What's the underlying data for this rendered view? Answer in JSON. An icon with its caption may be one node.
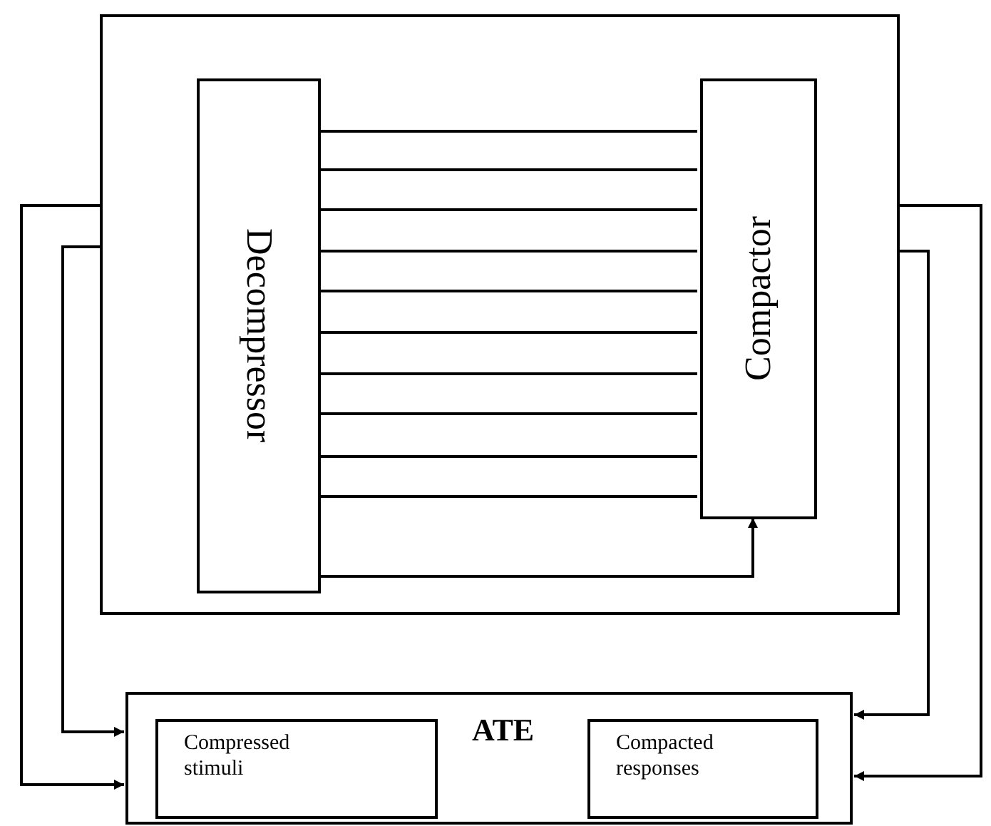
{
  "diagram": {
    "nodes": [
      {
        "text": [],
        "shape": "box"
      },
      {
        "text": [
          "Decompressor"
        ],
        "in": 0
      },
      {
        "text": [
          "Compactor"
        ],
        "in": 0
      },
      {
        "text": [
          "ATE"
        ]
      },
      {
        "text": [
          "Compressed stimuli"
        ],
        "in": 3
      },
      {
        "text": [
          "Compacted responses"
        ],
        "in": 3
      }
    ],
    "edges": [
      {
        "from": 1,
        "to": 2,
        "arrow": "none"
      },
      {
        "from": 1,
        "to": 2,
        "arrow": "none"
      },
      {
        "from": 1,
        "to": 2,
        "arrow": "none"
      },
      {
        "from": 1,
        "to": 2,
        "arrow": "none"
      },
      {
        "from": 1,
        "to": 2,
        "arrow": "none"
      },
      {
        "from": 1,
        "to": 2,
        "arrow": "none"
      },
      {
        "from": 1,
        "to": 2,
        "arrow": "none"
      },
      {
        "from": 1,
        "to": 2,
        "arrow": "none"
      },
      {
        "from": 1,
        "to": 2,
        "arrow": "none"
      },
      {
        "from": 1,
        "to": 2,
        "arrow": "none"
      },
      {
        "from": 1,
        "to": 2,
        "arrow": "to"
      },
      {
        "from": 0,
        "to": 3,
        "arrow": "to"
      },
      {
        "from": 0,
        "to": 3,
        "arrow": "to"
      },
      {
        "from": 0,
        "to": 3,
        "arrow": "to"
      },
      {
        "from": 0,
        "to": 3,
        "arrow": "to"
      }
    ]
  }
}
